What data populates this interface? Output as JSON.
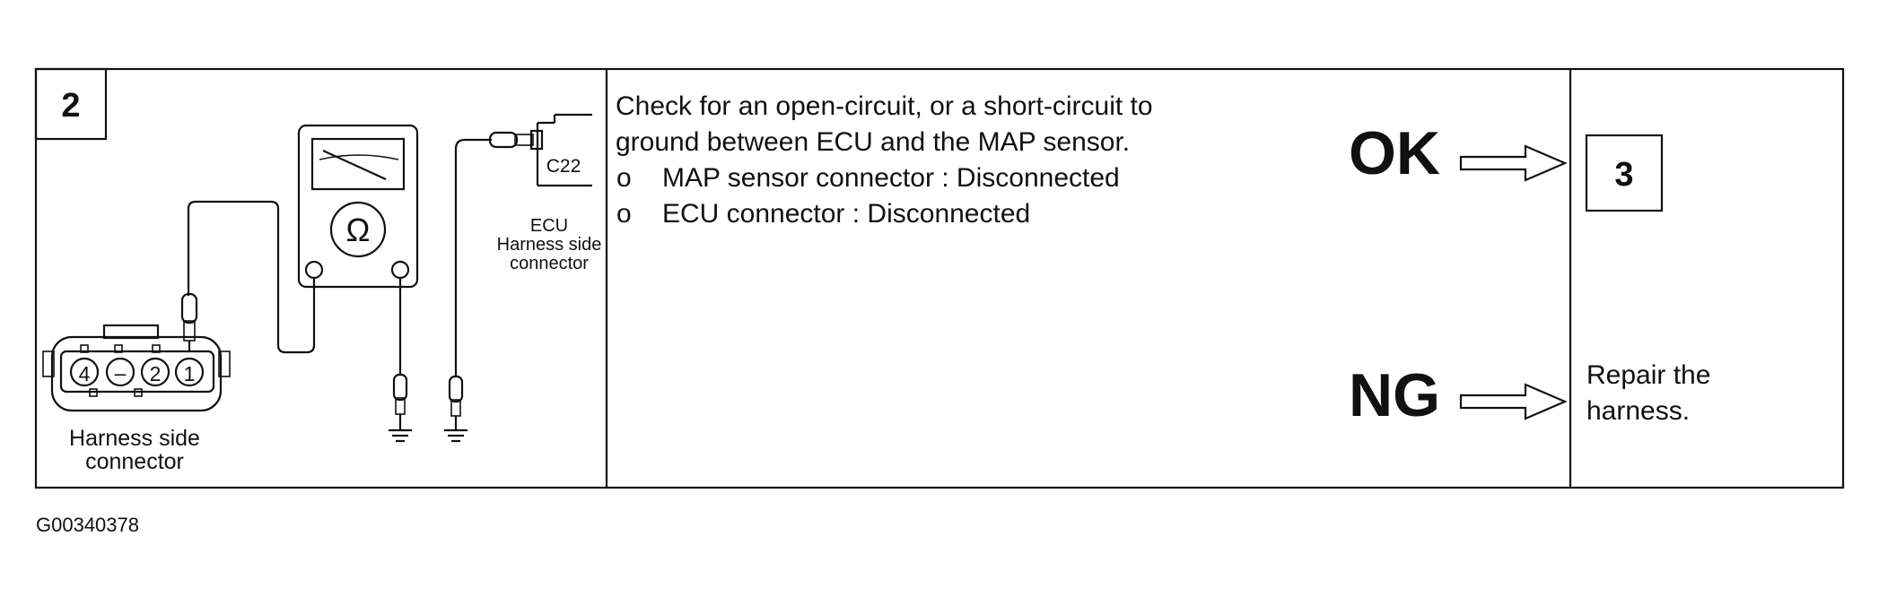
{
  "step": {
    "number": "2"
  },
  "diagram": {
    "harness_label_line1": "Harness side",
    "harness_label_line2": "connector",
    "pins": [
      "4",
      "–",
      "2",
      "1"
    ],
    "ohm_symbol": "Ω",
    "ecu_connector_code": "C22",
    "ecu_label_line1": "ECU",
    "ecu_label_line2": "Harness side",
    "ecu_label_line3": "connector"
  },
  "instructions": {
    "line1": "Check for an open-circuit, or a short-circuit to",
    "line2": "ground between ECU and the MAP sensor.",
    "bullets": [
      {
        "marker": "o",
        "text": "MAP sensor connector : Disconnected"
      },
      {
        "marker": "o",
        "text": "ECU connector : Disconnected"
      }
    ]
  },
  "results": {
    "ok_label": "OK",
    "ng_label": "NG",
    "ok_next_step": "3",
    "ng_action_line1": "Repair the",
    "ng_action_line2": "harness."
  },
  "figure_id": "G00340378"
}
